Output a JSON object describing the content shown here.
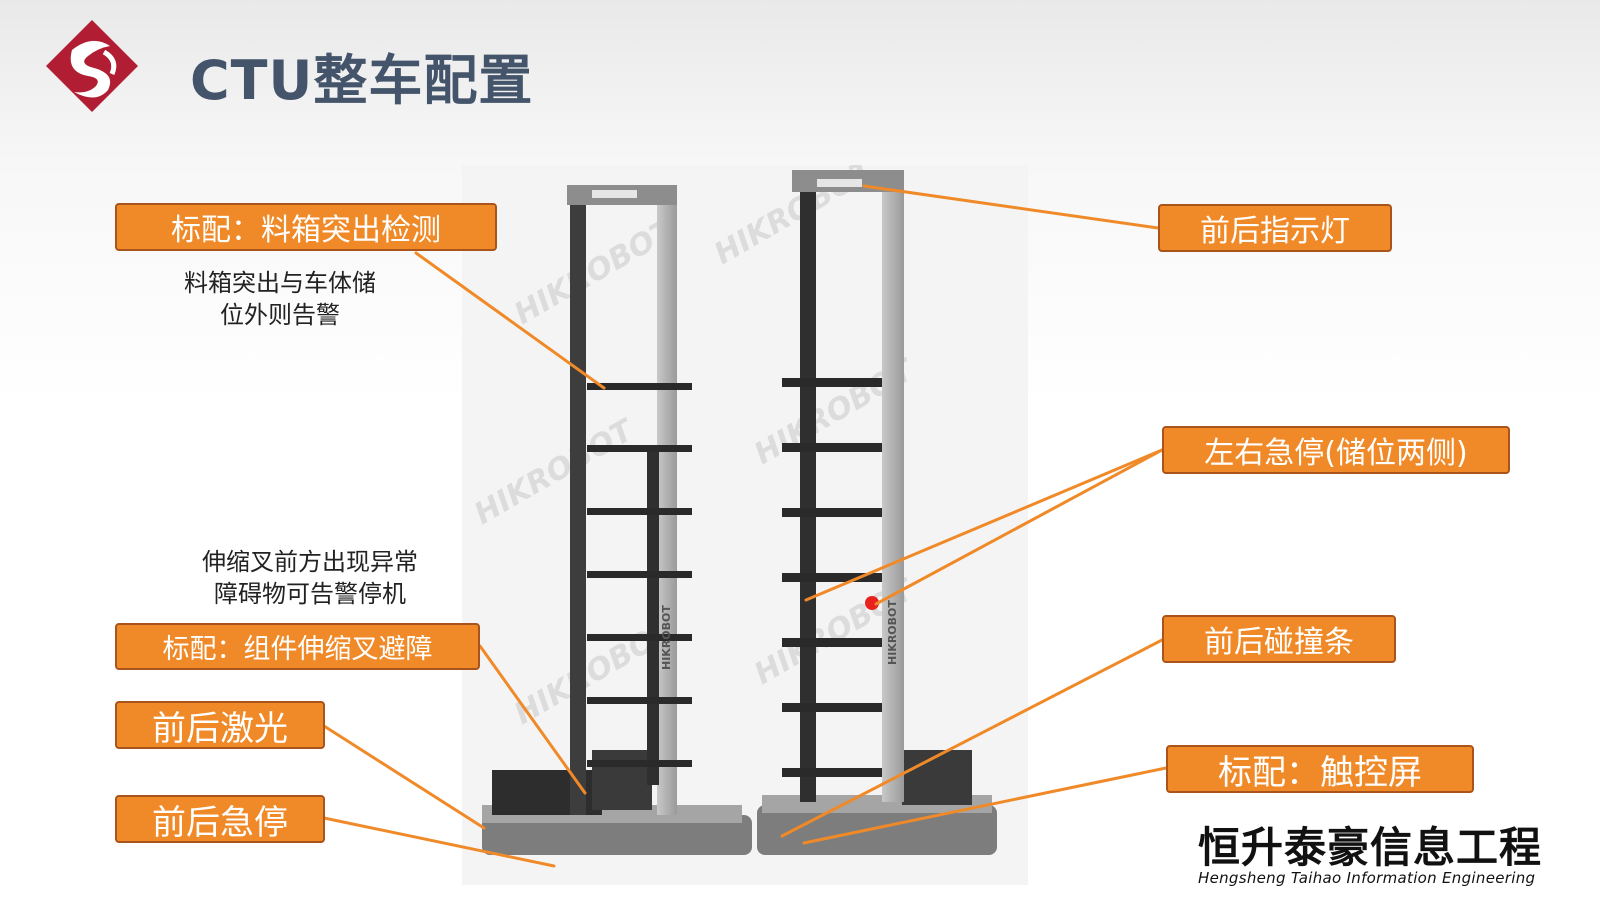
{
  "slide": {
    "title": "CTU整车配置"
  },
  "callouts": {
    "box_protrusion": "标配：料箱突出检测",
    "box_protrusion_desc_line1": "料箱突出与车体储",
    "box_protrusion_desc_line2": "位外则告警",
    "fork_desc_line1": "伸缩叉前方出现异常",
    "fork_desc_line2": "障碍物可告警停机",
    "fork_avoid": "标配：组件伸缩叉避障",
    "laser": "前后激光",
    "estop_front_rear": "前后急停",
    "indicator_light": "前后指示灯",
    "estop_left_right": "左右急停(储位两侧)",
    "bumper": "前后碰撞条",
    "touchscreen": "标配：触控屏"
  },
  "product": {
    "brand_print": "HIKROBOT",
    "watermark": "HIKROBOT"
  },
  "company": {
    "name_cn": "恒升泰豪信息工程",
    "name_en": "Hengsheng Taihao Information Engineering"
  },
  "colors": {
    "accent": "#f08a28",
    "accent_border": "#a9541b",
    "title": "#44546a",
    "logo_red": "#b11e33"
  }
}
